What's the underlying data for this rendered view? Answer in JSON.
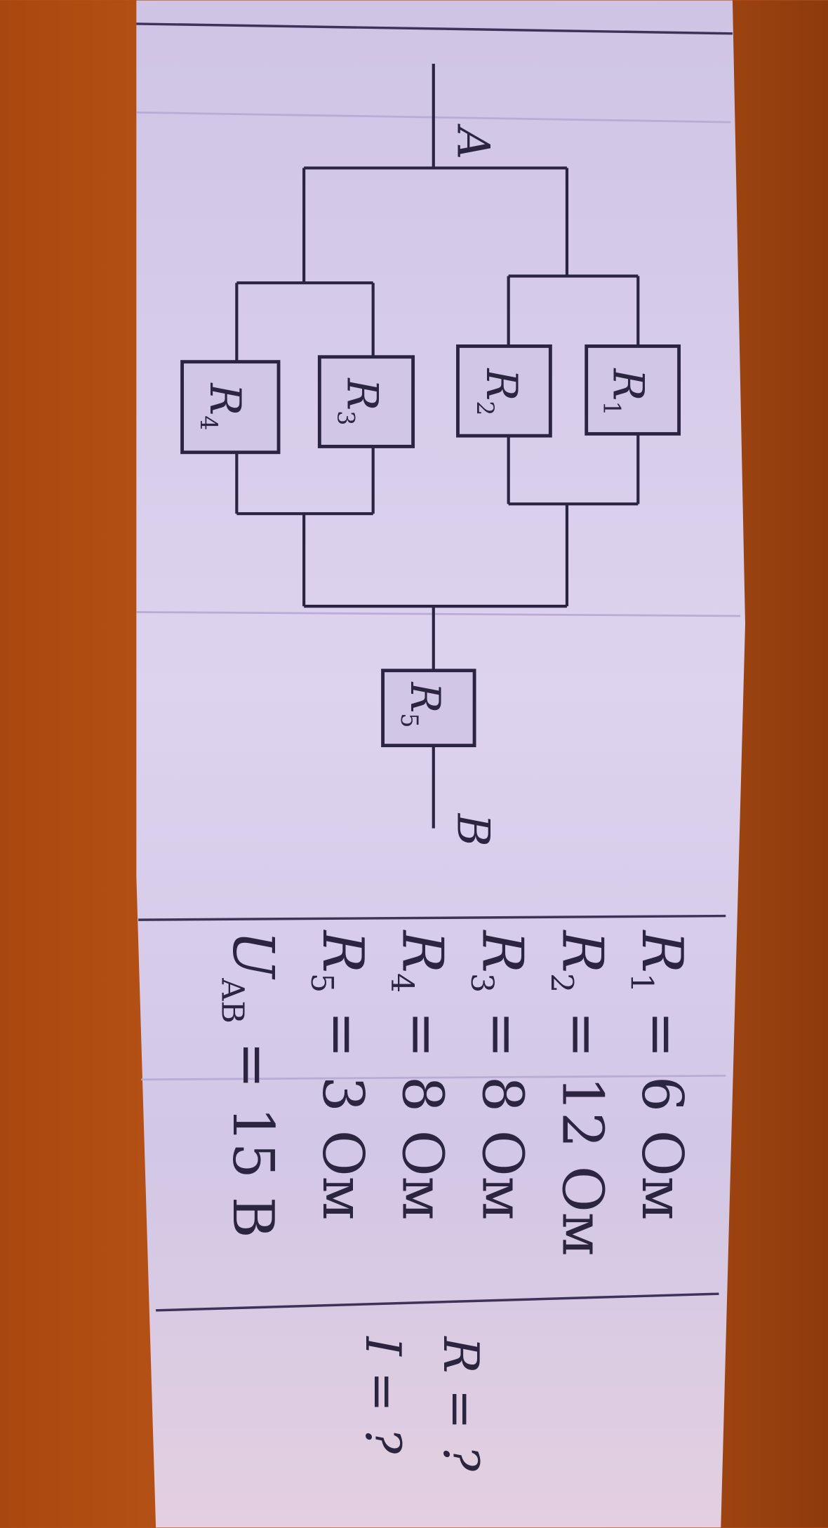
{
  "circuit": {
    "node_a": "A",
    "node_b": "B",
    "resistors": [
      {
        "symbol": "R",
        "sub": "1"
      },
      {
        "symbol": "R",
        "sub": "2"
      },
      {
        "symbol": "R",
        "sub": "3"
      },
      {
        "symbol": "R",
        "sub": "4"
      },
      {
        "symbol": "R",
        "sub": "5"
      }
    ]
  },
  "given": [
    {
      "symbol": "R",
      "sub": "1",
      "rest": " = 6 Ом"
    },
    {
      "symbol": "R",
      "sub": "2",
      "rest": " = 12 Ом"
    },
    {
      "symbol": "R",
      "sub": "3",
      "rest": " = 8 Ом"
    },
    {
      "symbol": "R",
      "sub": "4",
      "rest": " = 8 Ом"
    },
    {
      "symbol": "R",
      "sub": "5",
      "rest": " = 3 Ом"
    },
    {
      "symbol": "U",
      "sub": "AB",
      "rest": " = 15 В"
    }
  ],
  "find": [
    "R = ?",
    "I = ?"
  ],
  "colors": {
    "paper": "#d4c9e8",
    "wood": "#b5501a",
    "ink": "#2a2440"
  }
}
